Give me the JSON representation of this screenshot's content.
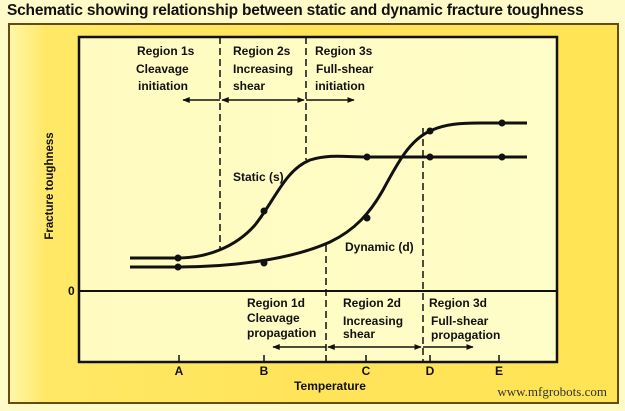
{
  "title": "Schematic showing relationship between static and dynamic fracture toughness",
  "watermark": "www.mfgrobots.com",
  "colors": {
    "frame_border": "#6b4a12",
    "frame_fill": "#ffe45a",
    "plot_fill": "#fffbbf",
    "line": "#111111"
  },
  "axes": {
    "ylabel": "Fracture toughness",
    "xlabel": "Temperature",
    "zero_label": "0",
    "ticks": [
      "A",
      "B",
      "C",
      "D",
      "E"
    ]
  },
  "regions_static": [
    {
      "name": "Region 1s",
      "desc1": "Cleavage",
      "desc2": "initiation"
    },
    {
      "name": "Region 2s",
      "desc1": "Increasing",
      "desc2": "shear"
    },
    {
      "name": "Region 3s",
      "desc1": "Full-shear",
      "desc2": "initiation"
    }
  ],
  "regions_dynamic": [
    {
      "name": "Region 1d",
      "desc1": "Cleavage",
      "desc2": "propagation"
    },
    {
      "name": "Region 2d",
      "desc1": "Increasing",
      "desc2": "shear"
    },
    {
      "name": "Region 3d",
      "desc1": "Full-shear",
      "desc2": "propagation"
    }
  ],
  "curve_labels": {
    "static": "Static (s)",
    "dynamic": "Dynamic (d)"
  },
  "chart_data": {
    "type": "line",
    "title": "Schematic showing relationship between static and dynamic fracture toughness",
    "xlabel": "Temperature",
    "ylabel": "Fracture toughness",
    "categories": [
      "A",
      "B",
      "C",
      "D",
      "E"
    ],
    "series": [
      {
        "name": "Static (s)",
        "values": [
          0.1,
          0.24,
          0.4,
          0.4,
          0.4
        ]
      },
      {
        "name": "Dynamic (d)",
        "values": [
          0.08,
          0.09,
          0.22,
          0.49,
          0.51
        ]
      }
    ],
    "notes": "Schematic; values are relative heights above 0 (no numeric y-axis)."
  }
}
